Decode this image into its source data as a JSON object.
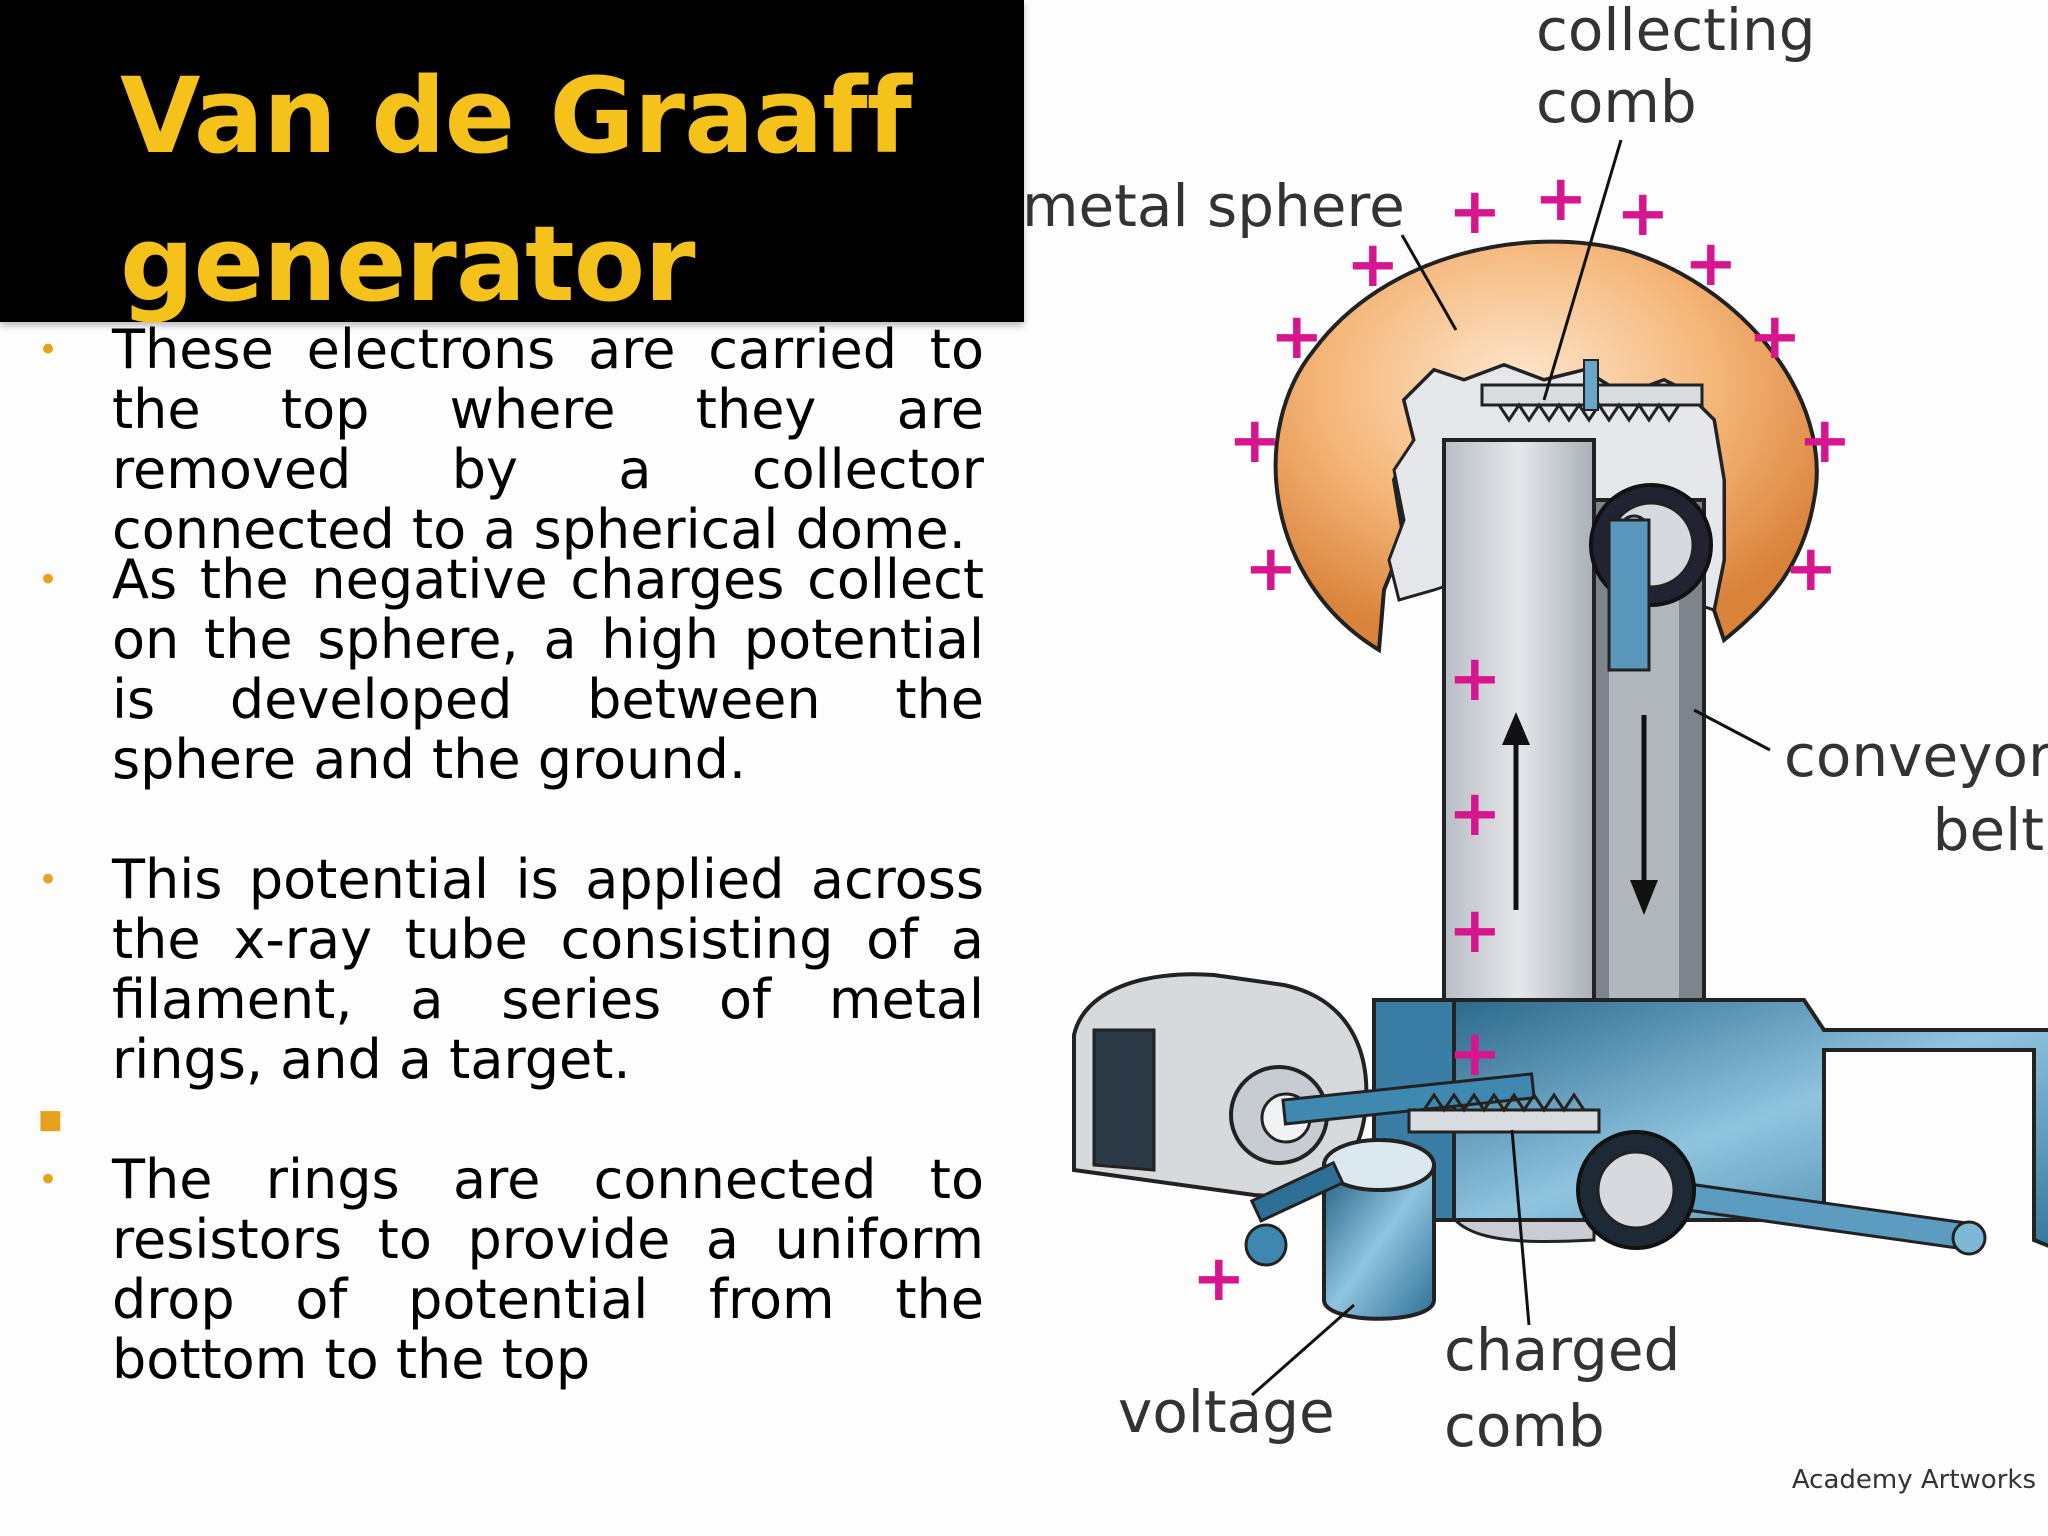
{
  "slide": {
    "title": "Van de Graaff generator",
    "bullets": [
      {
        "marker": "•",
        "text": "These electrons are carried to the top where they are removed by a collector connected to a spherical dome."
      },
      {
        "marker": "•",
        "text": "As the negative charges collect on the sphere, a high potential is developed between the sphere and the ground."
      },
      {
        "marker": "•",
        "text": "This potential is applied across the x-ray tube consisting of a filament, a series of metal rings, and a target."
      },
      {
        "marker": "■",
        "text": ""
      },
      {
        "marker": "•",
        "text": "The rings are connected to resistors to provide a uniform drop of potential from the bottom to the top"
      }
    ]
  },
  "diagram": {
    "labels": {
      "collecting_comb_1": "collecting",
      "collecting_comb_2": "comb",
      "metal_sphere": "metal sphere",
      "conveyor_1": "conveyor",
      "conveyor_2": "belt",
      "charged_1": "charged",
      "charged_2": "comb",
      "voltage": "voltage"
    },
    "credit": "Academy Artworks",
    "plus_sign": "+",
    "colors": {
      "title": "#f4c21a",
      "bullet": "#e6a21c",
      "plus": "#d6158e",
      "sphere": "#f0a45c",
      "metal_blue": "#2d6f95",
      "belt": "#c8ccd2"
    }
  }
}
